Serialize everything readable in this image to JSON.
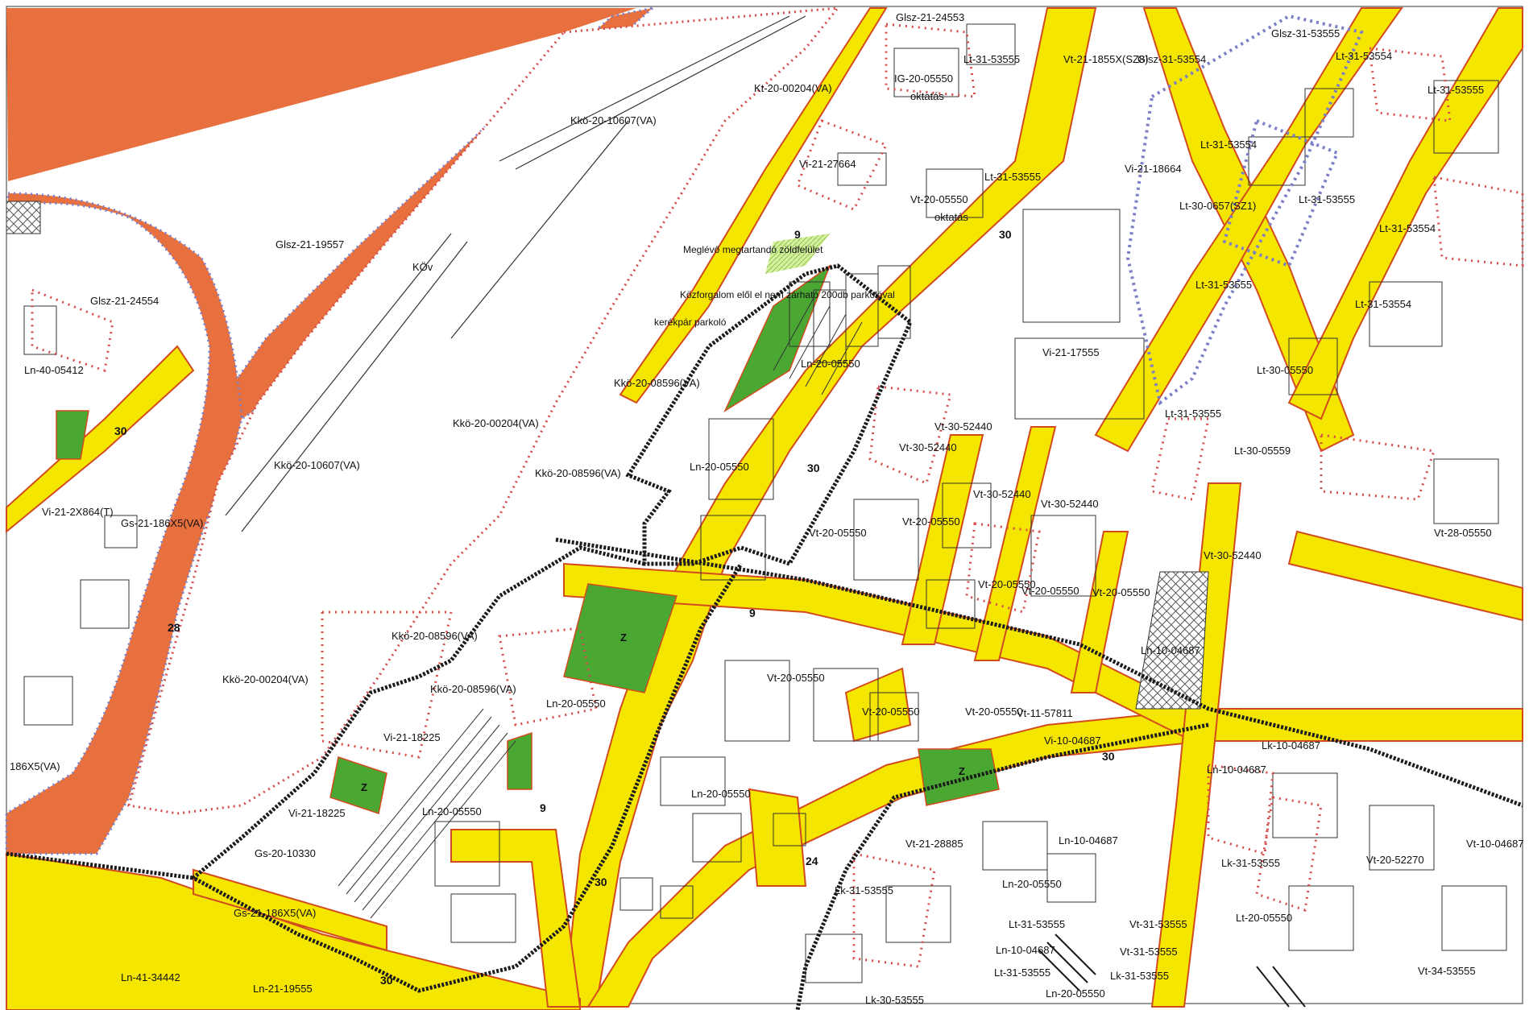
{
  "map": {
    "colors": {
      "background": "#ffffff",
      "water_zone": "#e8703f",
      "road": "#f5e600",
      "road_edge": "#d24b1e",
      "green": "#4aa832",
      "boundary": "#222222",
      "dotted_red": "#d64a4a",
      "dotted_blue": "#7b7fc6",
      "hatch": "#555555",
      "plot_line": "#333333"
    },
    "zone_labels": [
      "Glsz-21-24553",
      "Lt-31-53555",
      "Vt-21-1855X(SZ8)",
      "Glsz-31-53554",
      "Glsz-31-53555",
      "Lt-31-53554",
      "Lt-31-53555",
      "Kt-20-00204(VA)",
      "IG-20-05550",
      "oktatás",
      "Kkö-20-10607(VA)",
      "Vi-21-27664",
      "Lt-31-53555",
      "Vi-21-18664",
      "Lt-31-53554",
      "Glsz-21-19557",
      "KÖv",
      "Lt-31-53555",
      "Vt-20-05550",
      "oktatás",
      "Lt-30-0657(SZ1)",
      "Lt-31-53554",
      "Glsz-21-24554",
      "Meglévő megtartandó zöldfelület",
      "Közforgalom elől el nem zárható 200db parkolóval",
      "kerékpár parkoló",
      "Vi-21-17555",
      "Lt-31-53555",
      "Lt-31-53554",
      "Ln-40-05412",
      "Ln-20-05550",
      "Kkö-20-08596(VA)",
      "Lt-30-05550",
      "Kkö-20-00204(VA)",
      "Vt-30-52440",
      "Vt-30-52440",
      "Lt-31-53555",
      "Lt-30-05559",
      "Kkö-20-10607(VA)",
      "Ln-20-05550",
      "Kkö-20-08596(VA)",
      "Vt-30-52440",
      "Vt-30-52440",
      "Vi-21-2X864(T)",
      "Gs-21-186X5(VA)",
      "Vt-20-05550",
      "Vt-20-05550",
      "Vt-30-52440",
      "Vt-28-05550",
      "Vt-20-05550",
      "Vt-20-05550",
      "Vt-20-05550",
      "Kkö-20-08596(VA)",
      "Ln-10-04687",
      "Kkö-20-00204(VA)",
      "Kkö-20-08596(VA)",
      "Ln-20-05550",
      "Vt-20-05550",
      "Vt-20-05550",
      "Vt-20-05550",
      "Vt-11-57811",
      "Vi-21-18225",
      "Vi-10-04687",
      "Lk-10-04687",
      "Ln-10-04687",
      "186X5(VA)",
      "Ln-20-05550",
      "Vi-21-18225",
      "Ln-20-05550",
      "Vt-21-28885",
      "Ln-10-04687",
      "Lk-31-53555",
      "Vt-10-04687",
      "Vt-20-52270",
      "Gs-20-10330",
      "Gs-21-186X5(VA)",
      "Ln-20-05550",
      "Lk-31-53555",
      "Lt-31-53555",
      "Lt-20-05550",
      "Ln-10-04687",
      "Lt-31-53555",
      "Lk-31-53555",
      "Vt-31-53555",
      "Ln-41-34442",
      "Ln-21-19555",
      "Ln-20-05550",
      "Vt-34-53555",
      "Vt-31-53555",
      "Lk-30-53555"
    ],
    "road_numbers": [
      "30",
      "30",
      "30",
      "28",
      "9",
      "9",
      "9",
      "30",
      "30",
      "24",
      "30"
    ],
    "green_marks": [
      "Z",
      "Z",
      "Z"
    ]
  }
}
